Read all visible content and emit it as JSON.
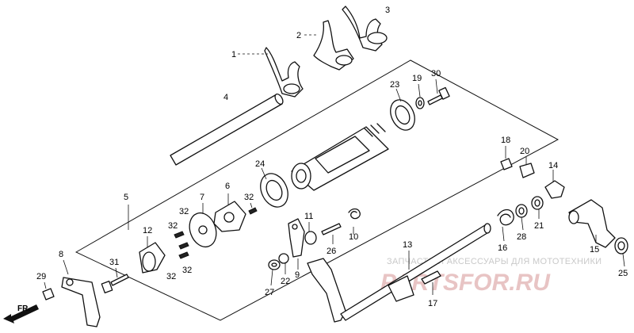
{
  "diagram": {
    "callouts": [
      {
        "id": "c1",
        "label": "1"
      },
      {
        "id": "c2",
        "label": "2"
      },
      {
        "id": "c3",
        "label": "3"
      },
      {
        "id": "c4",
        "label": "4"
      },
      {
        "id": "c5",
        "label": "5"
      },
      {
        "id": "c6",
        "label": "6"
      },
      {
        "id": "c7",
        "label": "7"
      },
      {
        "id": "c8",
        "label": "8"
      },
      {
        "id": "c9",
        "label": "9"
      },
      {
        "id": "c10",
        "label": "10"
      },
      {
        "id": "c11",
        "label": "11"
      },
      {
        "id": "c12",
        "label": "12"
      },
      {
        "id": "c13",
        "label": "13"
      },
      {
        "id": "c14",
        "label": "14"
      },
      {
        "id": "c15",
        "label": "15"
      },
      {
        "id": "c16",
        "label": "16"
      },
      {
        "id": "c17",
        "label": "17"
      },
      {
        "id": "c18",
        "label": "18"
      },
      {
        "id": "c19",
        "label": "19"
      },
      {
        "id": "c20",
        "label": "20"
      },
      {
        "id": "c21",
        "label": "21"
      },
      {
        "id": "c22",
        "label": "22"
      },
      {
        "id": "c23",
        "label": "23"
      },
      {
        "id": "c24",
        "label": "24"
      },
      {
        "id": "c25",
        "label": "25"
      },
      {
        "id": "c26",
        "label": "26"
      },
      {
        "id": "c27",
        "label": "27"
      },
      {
        "id": "c28",
        "label": "28"
      },
      {
        "id": "c29",
        "label": "29"
      },
      {
        "id": "c30",
        "label": "30"
      },
      {
        "id": "c31",
        "label": "31"
      },
      {
        "id": "c32a",
        "label": "32"
      },
      {
        "id": "c32b",
        "label": "32"
      },
      {
        "id": "c32c",
        "label": "32"
      },
      {
        "id": "c32d",
        "label": "32"
      },
      {
        "id": "c32e",
        "label": "32"
      }
    ],
    "direction_label": "FR.",
    "watermark": {
      "text": "ЗАПЧАСТИ И АКСЕССУАРЫ ДЛЯ МОТОТЕХНИКИ",
      "logo": "PARTSFOR.RU"
    }
  }
}
